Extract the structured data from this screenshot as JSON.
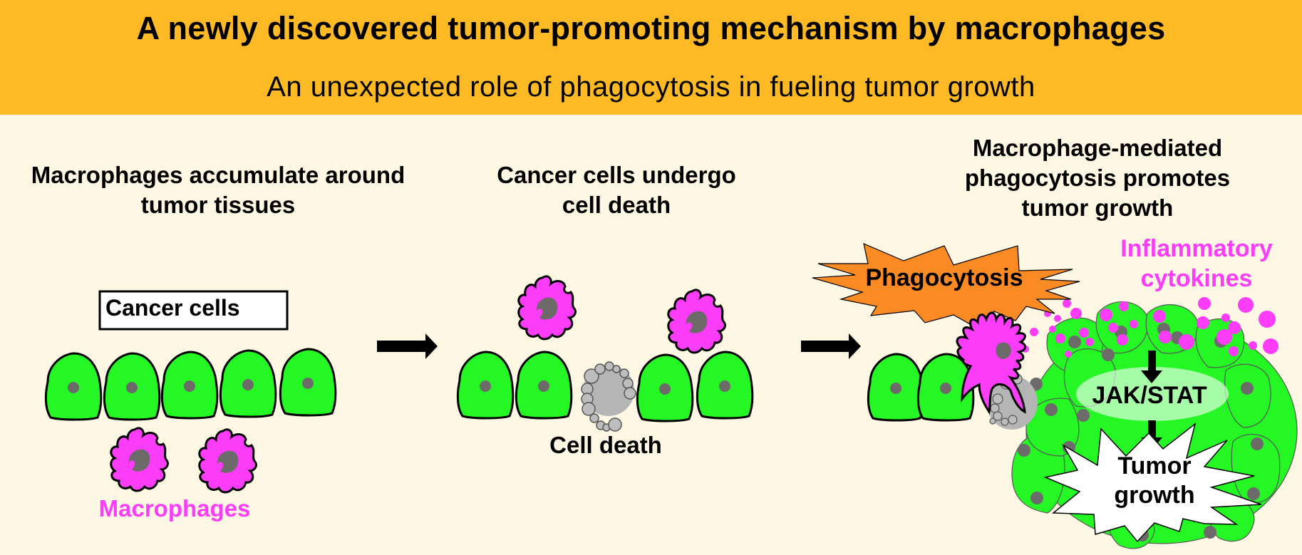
{
  "header": {
    "title": "A newly discovered tumor-promoting mechanism by macrophages",
    "subtitle": "An unexpected role of phagocytosis in fueling tumor growth"
  },
  "steps": [
    {
      "title_lines": [
        "Macrophages accumulate around",
        "tumor tissues"
      ],
      "labels": {
        "cancer_cells": "Cancer cells",
        "macrophages": "Macrophages"
      }
    },
    {
      "title_lines": [
        "Cancer cells undergo",
        "cell death"
      ],
      "labels": {
        "cell_death": "Cell death"
      }
    },
    {
      "title_lines": [
        "Macrophage-mediated",
        "phagocytosis promotes",
        "tumor growth"
      ],
      "labels": {
        "phagocytosis": "Phagocytosis",
        "cytokines_line1": "Inflammatory",
        "cytokines_line2": "cytokines",
        "pathway": "JAK/STAT",
        "outcome_line1": "Tumor",
        "outcome_line2": "growth"
      }
    }
  ],
  "colors": {
    "header_bg": "#fdba24",
    "page_bg": "#fdf7e3",
    "cancer_cell": "#24f724",
    "macrophage": "#fb3cf9",
    "nucleus": "#6d6a6a",
    "dead_cell": "#b5b5b5",
    "phagocytosis_burst": "#f98a24",
    "cytokine_text": "#fb3cf9"
  }
}
